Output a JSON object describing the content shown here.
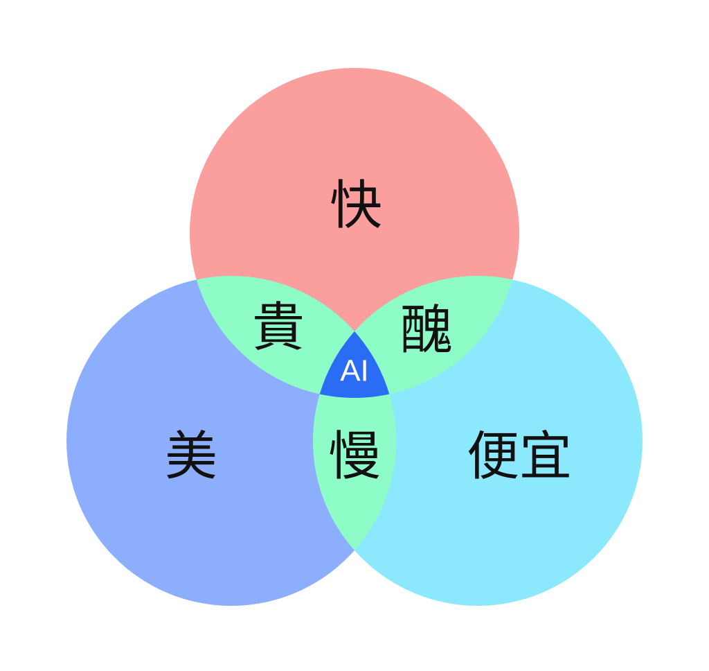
{
  "diagram": {
    "type": "venn-3",
    "colors": {
      "background": "#ffffff",
      "top_circle": "#fa9f9e",
      "left_circle": "#8caefc",
      "right_circle": "#8ce8fc",
      "pair_overlap": "#8efcc7",
      "triple_overlap": "#2b6cf5",
      "label_text": "#111111",
      "center_text": "#ffffff"
    },
    "circles": [
      {
        "id": "top",
        "label": "快"
      },
      {
        "id": "left",
        "label": "美"
      },
      {
        "id": "right",
        "label": "便宜"
      }
    ],
    "overlaps": {
      "top_left": "貴",
      "top_right": "醜",
      "left_right": "慢",
      "all_three": "AI"
    }
  }
}
